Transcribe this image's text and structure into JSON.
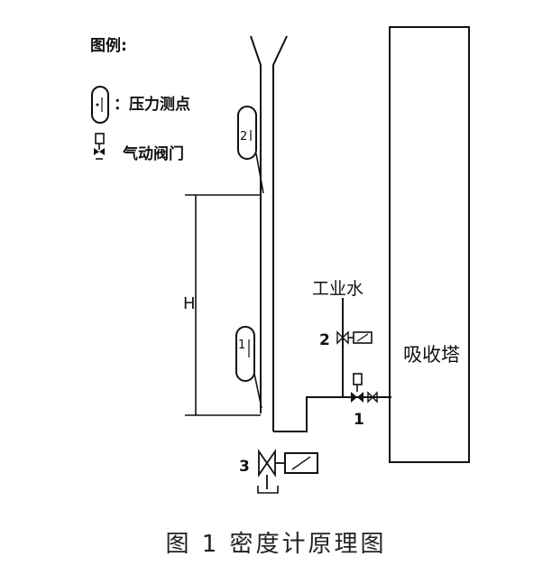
{
  "legend": {
    "title": "图例:",
    "pressure_point_label": "：压力测点",
    "valve_label": "气动阀门"
  },
  "labels": {
    "absorber": "吸收塔",
    "process_water": "工业水",
    "height": "H",
    "valve_1": "1",
    "valve_2": "2",
    "valve_3": "3",
    "sensor_1": "1",
    "sensor_2": "2"
  },
  "caption": "图 1  密度计原理图"
}
